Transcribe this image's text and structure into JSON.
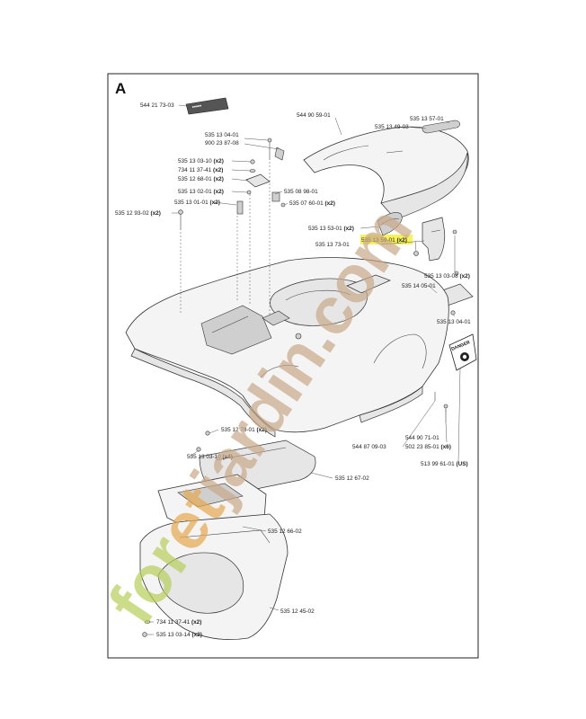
{
  "diagram": {
    "section_letter": "A",
    "colors": {
      "highlight": "#f6f25a",
      "watermark_green": "#b7cf5a",
      "watermark_orange": "#e7a84e",
      "watermark_brown": "#c9a98a"
    },
    "watermark": {
      "part1": "for",
      "part2": "et",
      "part3": "jardin.com"
    },
    "decal_danger_text": "DANGER",
    "labels": [
      {
        "id": "l01",
        "num": "544 21 73-03",
        "qty": ""
      },
      {
        "id": "l02",
        "num": "544 90 59-01",
        "qty": ""
      },
      {
        "id": "l03",
        "num": "535 13 57-01",
        "qty": ""
      },
      {
        "id": "l04",
        "num": "535 13 49-03",
        "qty": ""
      },
      {
        "id": "l05",
        "num": "535 13 04-01",
        "qty": ""
      },
      {
        "id": "l06",
        "num": "900 23 87-08",
        "qty": ""
      },
      {
        "id": "l07",
        "num": "535 13 03-10",
        "qty": "(x2)"
      },
      {
        "id": "l08",
        "num": "734 11 37-41",
        "qty": "(x2)"
      },
      {
        "id": "l09",
        "num": "535 12 68-01",
        "qty": "(x2)"
      },
      {
        "id": "l10",
        "num": "535 13 02-01",
        "qty": "(x2)"
      },
      {
        "id": "l11",
        "num": "535 13 01-01",
        "qty": "(x2)"
      },
      {
        "id": "l12",
        "num": "535 12 93-02",
        "qty": "(x2)"
      },
      {
        "id": "l13",
        "num": "535 08 98-01",
        "qty": ""
      },
      {
        "id": "l14",
        "num": "535 07 60-01",
        "qty": "(x2)"
      },
      {
        "id": "l15",
        "num": "535 13 53-01",
        "qty": "(x2)"
      },
      {
        "id": "l16",
        "num": "535 13 59-01",
        "qty": "(x2)"
      },
      {
        "id": "l17",
        "num": "535 13 73-01",
        "qty": ""
      },
      {
        "id": "l18",
        "num": "535 13 03-08",
        "qty": "(x2)"
      },
      {
        "id": "l19",
        "num": "535 14 05-01",
        "qty": ""
      },
      {
        "id": "l20",
        "num": "535 13 04-01",
        "qty": ""
      },
      {
        "id": "l21",
        "num": "544 90 71-01",
        "qty": ""
      },
      {
        "id": "l22",
        "num": "544 87 09-03",
        "qty": ""
      },
      {
        "id": "l23",
        "num": "502 23 85-01",
        "qty": "(x6)"
      },
      {
        "id": "l24",
        "num": "513 99 61-01",
        "qty": "(US)"
      },
      {
        "id": "l25",
        "num": "535 12 78-01",
        "qty": "(x2)"
      },
      {
        "id": "l26",
        "num": "535 13 03-10",
        "qty": "(x4)"
      },
      {
        "id": "l27",
        "num": "535 12 67-02",
        "qty": ""
      },
      {
        "id": "l28",
        "num": "535 12 66-02",
        "qty": ""
      },
      {
        "id": "l29",
        "num": "535 12 45-02",
        "qty": ""
      },
      {
        "id": "l30",
        "num": "734 11 37-41",
        "qty": "(x2)"
      },
      {
        "id": "l31",
        "num": "535 13 03-14",
        "qty": "(x2)"
      }
    ]
  }
}
